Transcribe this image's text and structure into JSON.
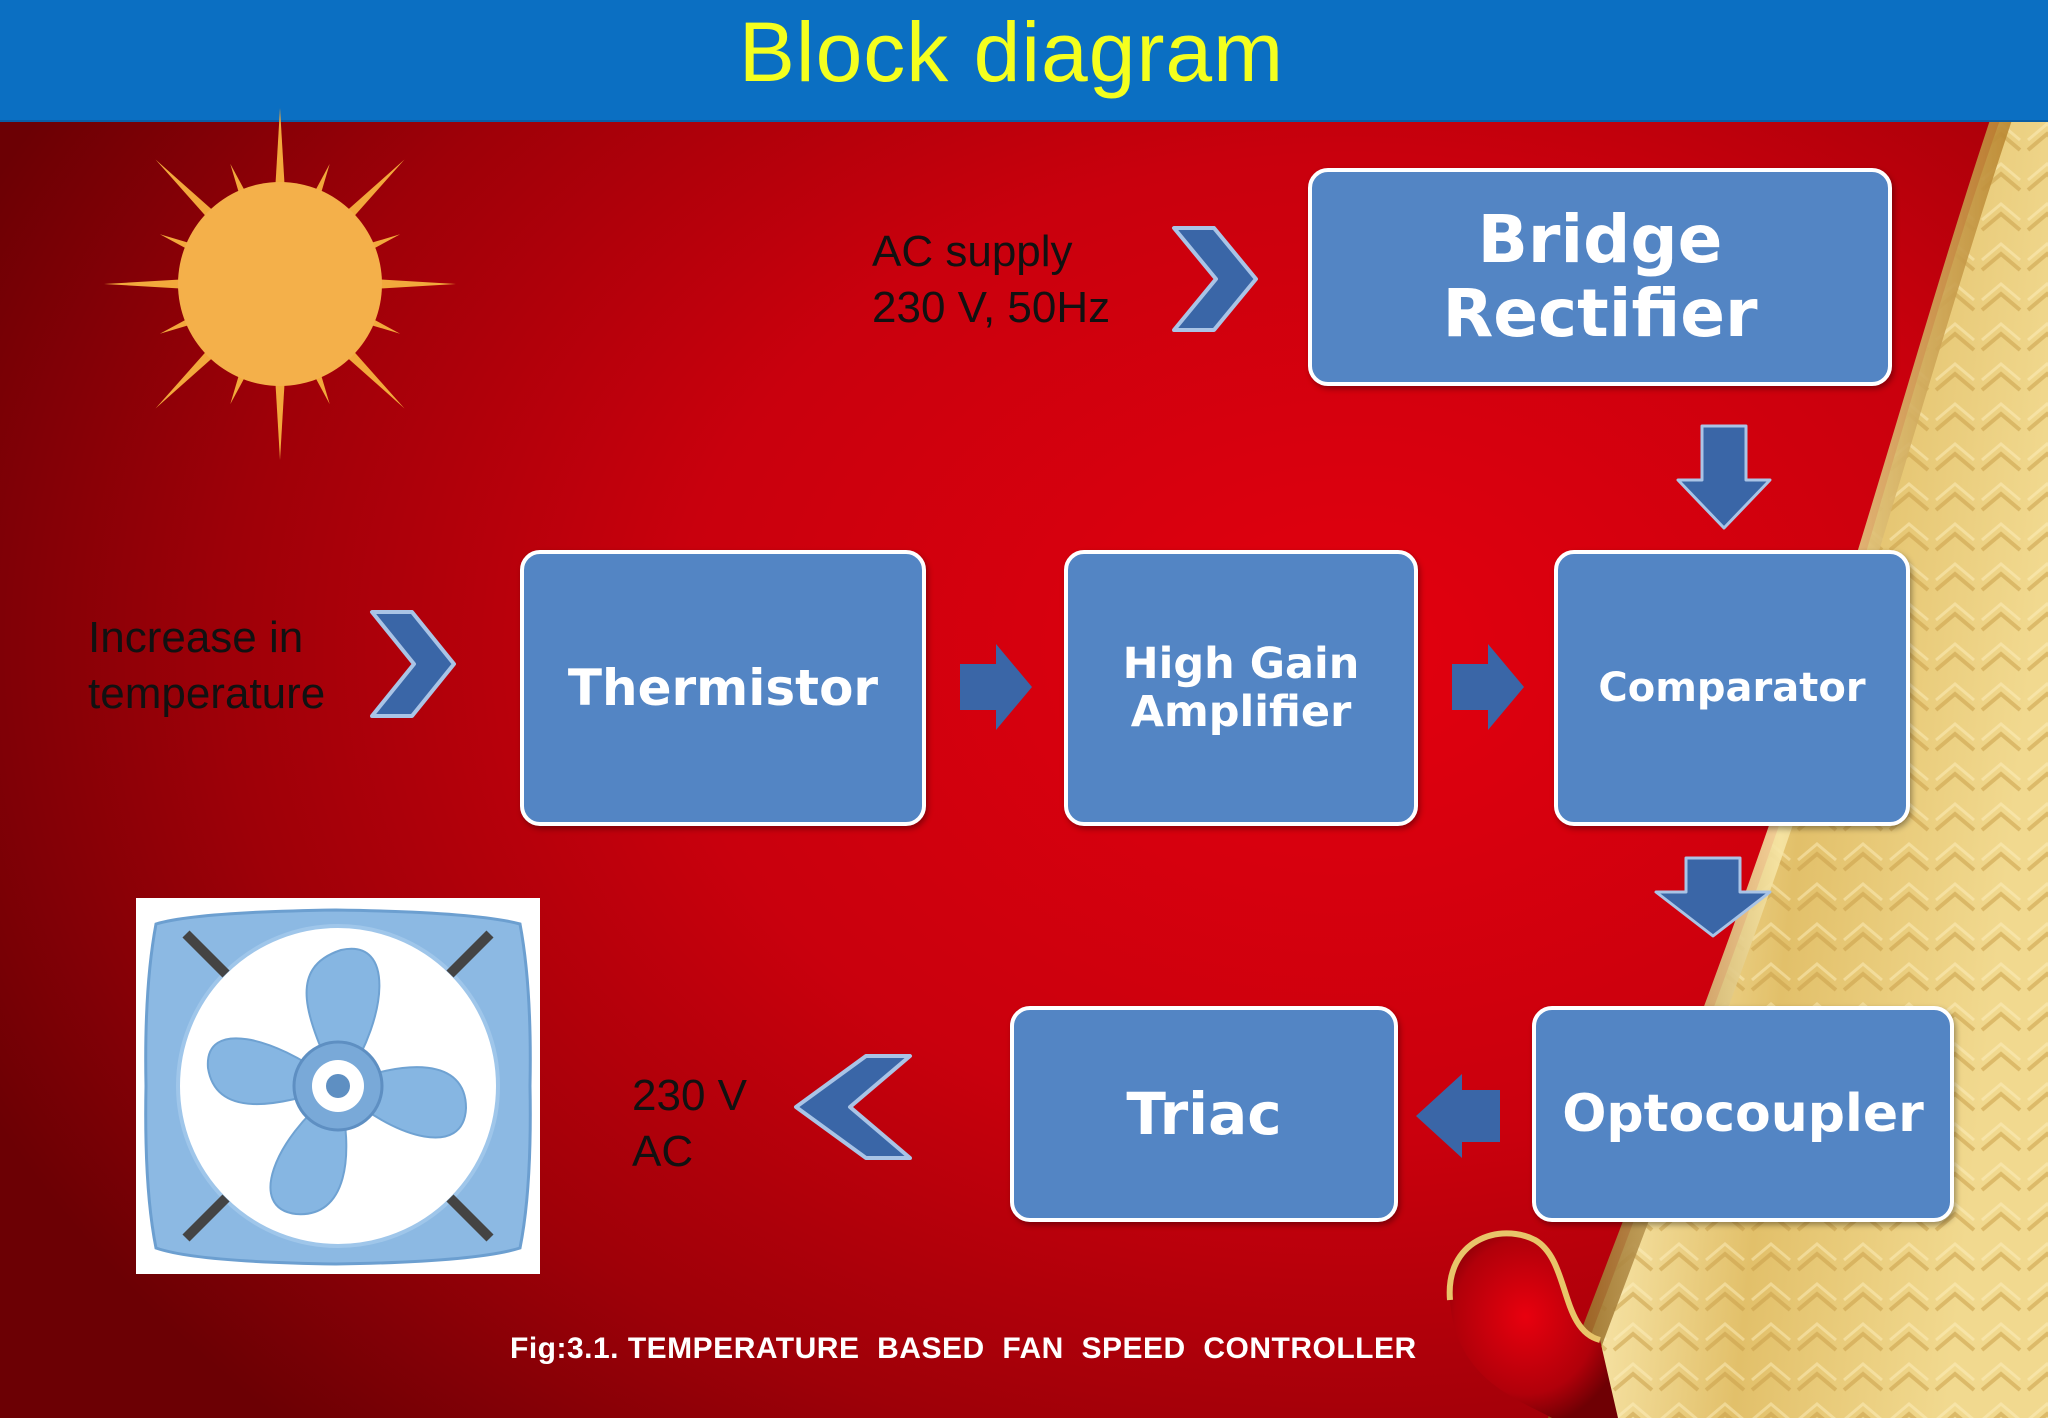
{
  "slide": {
    "title": "Block diagram",
    "caption": "Fig:3.1. TEMPERATURE  BASED  FAN  SPEED  CONTROLLER"
  },
  "blocks": {
    "bridge_rectifier": [
      "Bridge",
      "Rectifier"
    ],
    "thermistor": "Thermistor",
    "high_gain_amplifier": [
      "High Gain",
      "Amplifier"
    ],
    "comparator": "Comparator",
    "triac": "Triac",
    "optocoupler": "Optocoupler"
  },
  "labels": {
    "ac_supply": [
      "AC supply",
      "230 V, 50Hz"
    ],
    "temperature_input": [
      "Increase in",
      "temperature"
    ],
    "ac_output": [
      "230 V",
      "AC"
    ]
  },
  "icons": {
    "sun": "sun-icon",
    "fan": "exhaust-fan-icon",
    "chevron": "chevron-arrow-icon",
    "block_arrow": "block-arrow-icon"
  },
  "colors": {
    "title_band": "#0b6fc2",
    "title_text": "#f4ff1e",
    "block_fill": "#5385c4",
    "arrow_fill": "#3a66a7",
    "background_red": "#c9000d",
    "gold": "#d9b65a",
    "sun": "#f2a93c",
    "fan": "#86b6e2"
  }
}
